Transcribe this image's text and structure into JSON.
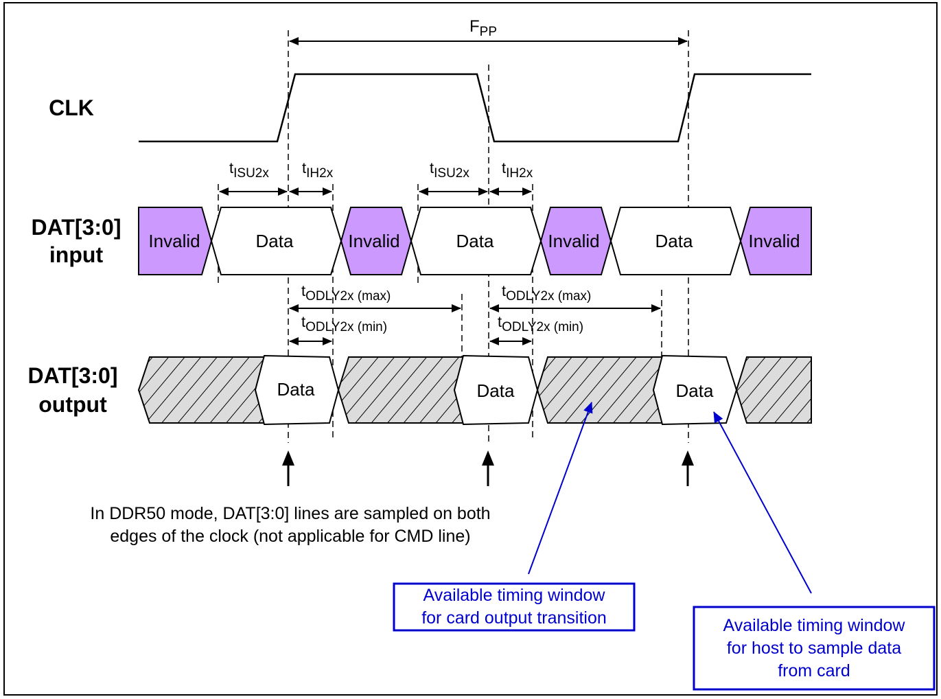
{
  "signals": {
    "clk": "CLK",
    "dat_in_1": "DAT[3:0]",
    "dat_in_2": "input",
    "dat_out_1": "DAT[3:0]",
    "dat_out_2": "output"
  },
  "segments": {
    "invalid": "Invalid",
    "data": "Data"
  },
  "timing": {
    "fpp_main": "F",
    "fpp_sub": "PP",
    "t": "t",
    "isu_sub": "ISU2x",
    "ih_sub": "IH2x",
    "odly_max_sub": "ODLY2x (max)",
    "odly_min_sub": "ODLY2x (min)"
  },
  "note": {
    "line1": "In DDR50 mode, DAT[3:0] lines are sampled on both",
    "line2": "edges of the clock (not applicable for CMD line)"
  },
  "callouts": {
    "card": {
      "line1": "Available timing window",
      "line2": "for card output transition"
    },
    "host": {
      "line1": "Available timing window",
      "line2": "for host to sample data",
      "line3": "from card"
    }
  },
  "colors": {
    "invalid_fill": "#cc99ff",
    "callout_blue": "#0000cc",
    "hatch_bg": "#dcdcdc"
  }
}
